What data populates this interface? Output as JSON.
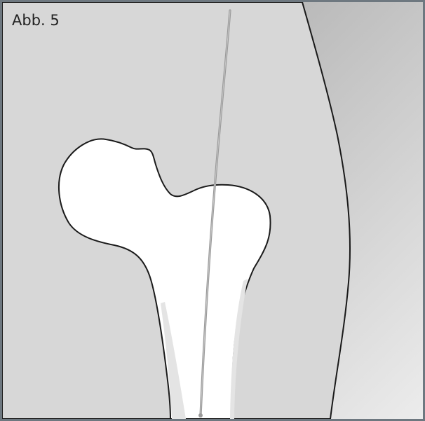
{
  "figure": {
    "label": "Abb. 5"
  },
  "colors": {
    "border": "#6e7880",
    "soft_tissue": "#d7d7d7",
    "background_gradient_start": "#b0b0b0",
    "background_gradient_end": "#e6e6e6",
    "bone": "#ffffff",
    "bone_outline": "#1a1a1a",
    "cortex_shading": "#e6e6e6",
    "guide_wire": "#9a9a9a"
  },
  "icons": {
    "femur": "proximal-femur-outline",
    "wire": "guide-wire"
  }
}
